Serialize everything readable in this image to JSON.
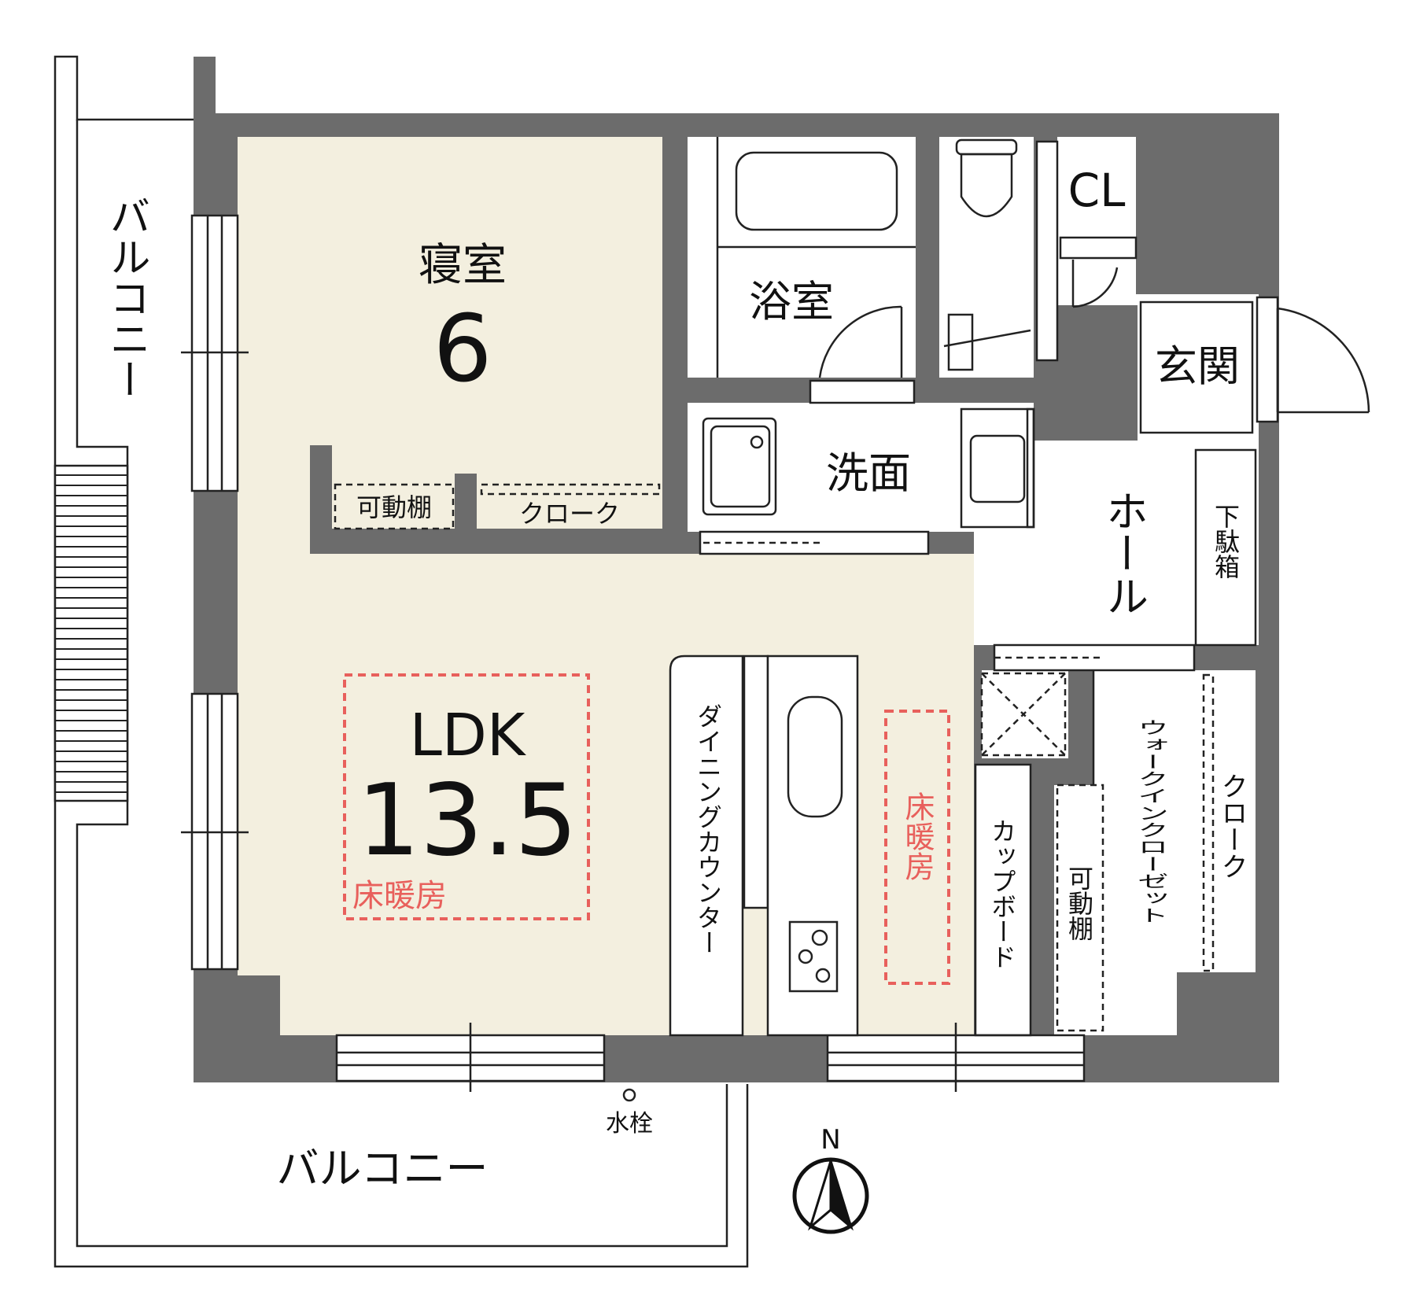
{
  "rooms": {
    "bedroom": {
      "label": "寝室",
      "size": "6"
    },
    "ldk": {
      "label": "LDK",
      "size": "13.5",
      "floor_heating": "床暖房"
    },
    "bath": {
      "label": "浴室"
    },
    "washroom": {
      "label": "洗面"
    },
    "closet": {
      "label": "CL"
    },
    "entrance": {
      "label": "玄関"
    },
    "hall": {
      "label": "ホール"
    },
    "shoe_box": {
      "label": "下駄箱"
    },
    "walk_in_closet": {
      "label": "ウォークインクローゼット"
    },
    "wic_cloak": {
      "label": "クローク"
    },
    "wic_shelf": {
      "label": "可動棚"
    },
    "cupboard": {
      "label": "カップボード"
    },
    "dining_counter": {
      "label": "ダイニングカウンター"
    },
    "kitchen_floor_heating": {
      "label": "床暖房"
    },
    "bedroom_shelf": {
      "label": "可動棚"
    },
    "bedroom_cloak": {
      "label": "クローク"
    }
  },
  "balcony_west": {
    "label": "バルコニー"
  },
  "balcony_south": {
    "label": "バルコニー"
  },
  "faucet": {
    "label": "水栓"
  },
  "compass": {
    "label": "N"
  },
  "colors": {
    "wall": "#6c6c6c",
    "floor_beige": "#f3efdf",
    "floor_heating_red": "#e8605c"
  }
}
